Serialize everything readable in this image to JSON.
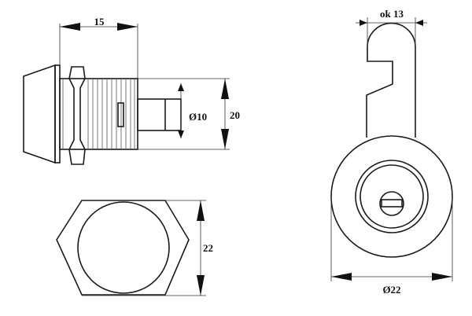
{
  "dimensions": {
    "length": "15",
    "pin_diameter": "Ø10",
    "body_height": "20",
    "nut_height": "22",
    "cam_width": "ok 13",
    "face_diameter": "Ø22"
  },
  "colors": {
    "line": "#1a1a1a",
    "background": "#ffffff"
  }
}
